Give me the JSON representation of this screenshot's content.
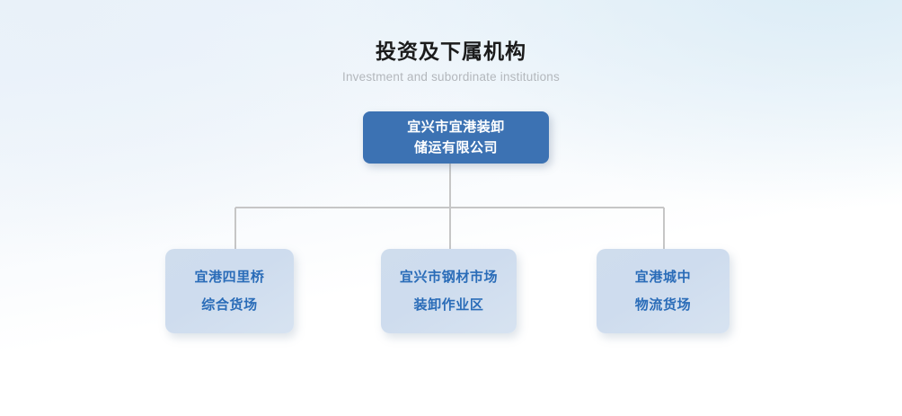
{
  "heading": {
    "title": "投资及下属机构",
    "subtitle": "Investment and subordinate institutions"
  },
  "colors": {
    "root_node_bg": "#3c72b3",
    "root_node_text": "#ffffff",
    "child_node_bg": "#cedcee",
    "child_node_text": "#2a6cb8",
    "connector_line": "#c6c6c6",
    "title_text": "#1b1b1b",
    "subtitle_text": "#b3b7bc",
    "page_background": "#f2f7fb"
  },
  "org_chart": {
    "root": {
      "name": "宜兴市宜港装卸储运有限公司",
      "lines": [
        "宜兴市宜港装卸",
        "储运有限公司"
      ]
    },
    "children": [
      {
        "name": "宜港四里桥综合货场",
        "lines": [
          "宜港四里桥",
          "综合货场"
        ]
      },
      {
        "name": "宜兴市钢材市场装卸作业区",
        "lines": [
          "宜兴市钢材市场",
          "装卸作业区"
        ]
      },
      {
        "name": "宜港城中物流货场",
        "lines": [
          "宜港城中",
          "物流货场"
        ]
      }
    ]
  }
}
